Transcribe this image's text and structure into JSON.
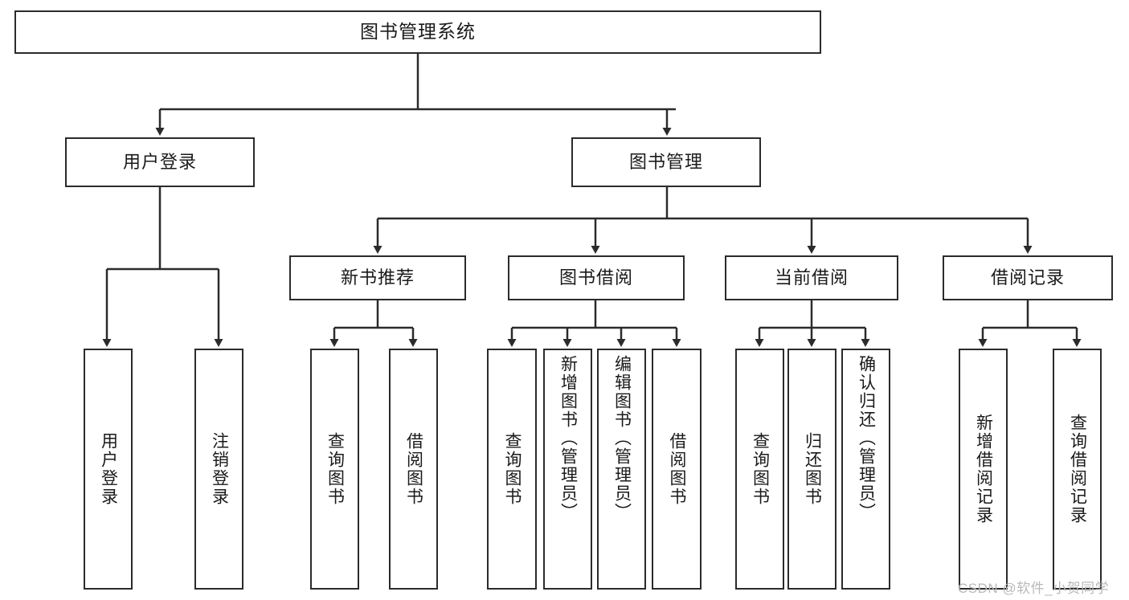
{
  "diagram": {
    "title": "图书管理系统",
    "type": "tree-hierarchy-chart",
    "root": {
      "id": "root",
      "label": "图书管理系统"
    },
    "level2": [
      {
        "id": "user-login",
        "label": "用户登录"
      },
      {
        "id": "book-manage",
        "label": "图书管理"
      }
    ],
    "level3": [
      {
        "id": "new-book-recommend",
        "label": "新书推荐"
      },
      {
        "id": "book-borrow",
        "label": "图书借阅"
      },
      {
        "id": "current-borrow",
        "label": "当前借阅"
      },
      {
        "id": "borrow-record",
        "label": "借阅记录"
      }
    ],
    "leaves": {
      "user_login": [
        {
          "id": "leaf-user-login",
          "label": "用户登录"
        },
        {
          "id": "leaf-logout-login",
          "label": "注销登录"
        }
      ],
      "new_book_recommend": [
        {
          "id": "leaf-query-book-1",
          "label": "查询图书"
        },
        {
          "id": "leaf-borrow-book-1",
          "label": "借阅图书"
        }
      ],
      "book_borrow": [
        {
          "id": "leaf-query-book-2",
          "label": "查询图书"
        },
        {
          "id": "leaf-add-book",
          "label": "新增图书（管理员）"
        },
        {
          "id": "leaf-edit-book",
          "label": "编辑图书（管理员）"
        },
        {
          "id": "leaf-borrow-book-2",
          "label": "借阅图书"
        }
      ],
      "current_borrow": [
        {
          "id": "leaf-query-book-3",
          "label": "查询图书"
        },
        {
          "id": "leaf-return-book",
          "label": "归还图书"
        },
        {
          "id": "leaf-confirm-return",
          "label": "确认归还（管理员）"
        }
      ],
      "borrow_record": [
        {
          "id": "leaf-add-record",
          "label": "新增借阅记录"
        },
        {
          "id": "leaf-query-record",
          "label": "查询借阅记录"
        }
      ]
    }
  },
  "watermark": {
    "text": "CSDN @软件_小贺同学"
  },
  "colors": {
    "border": "#2b2b2b",
    "background": "#ffffff",
    "text": "#1a1a1a",
    "watermark": "#b9b9b9"
  }
}
